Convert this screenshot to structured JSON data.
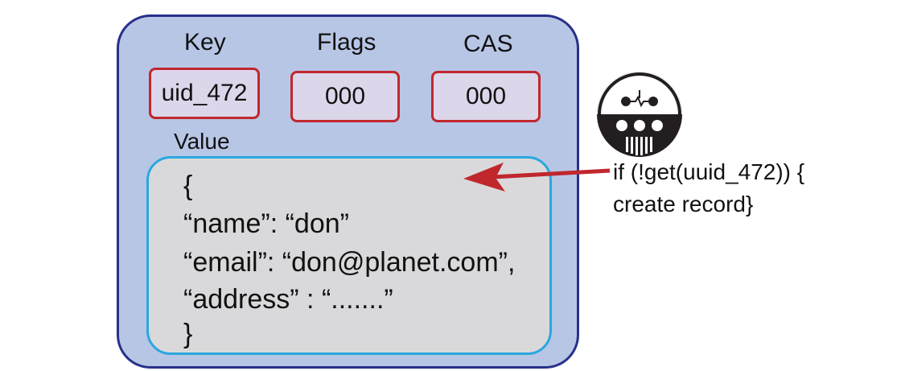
{
  "record": {
    "key_label": "Key",
    "flags_label": "Flags",
    "cas_label": "CAS",
    "key_value": "uid_472",
    "flags_value": "000",
    "cas_value": "000",
    "value_label": "Value",
    "value_lines": [
      "{",
      "“name”: “don”",
      "“email”: “don@planet.com”,",
      "“address” : “.......”",
      "}"
    ]
  },
  "client": {
    "icon": "robot-client-icon",
    "code_lines": [
      "if (!get(uuid_472)) {",
      "create record}"
    ]
  },
  "colors": {
    "document_fill": "#b8c6e6",
    "document_border": "#27308a",
    "field_border": "#c0272d",
    "field_fill": "#dcd6ea",
    "value_border": "#2aa7df",
    "value_fill": "#d9d9db",
    "arrow": "#c0272d"
  }
}
